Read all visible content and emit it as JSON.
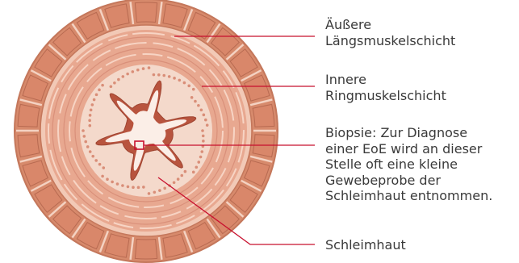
{
  "diagram": {
    "colors": {
      "leader": "#c8102e",
      "outer_muscle": "#d78a6c",
      "outer_muscle_dark": "#b86a51",
      "inner_muscle": "#e7a58d",
      "submucosa": "#f3d6c8",
      "mucosa": "#b8543e",
      "lumen": "#fbeee7",
      "text": "#3a3a3a"
    },
    "labels": [
      {
        "id": "outer-longitudinal",
        "lines": [
          "Äußere",
          "Längsmuskelschicht"
        ]
      },
      {
        "id": "inner-circular",
        "lines": [
          "Innere",
          "Ringmuskelschicht"
        ]
      },
      {
        "id": "biopsy",
        "lines": [
          "Biopsie: Zur Diagnose",
          "einer EoE wird an dieser",
          "Stelle oft eine kleine",
          "Gewebeprobe der",
          "Schleimhaut entnommen."
        ]
      },
      {
        "id": "mucosa",
        "lines": [
          "Schleimhaut"
        ]
      }
    ]
  }
}
